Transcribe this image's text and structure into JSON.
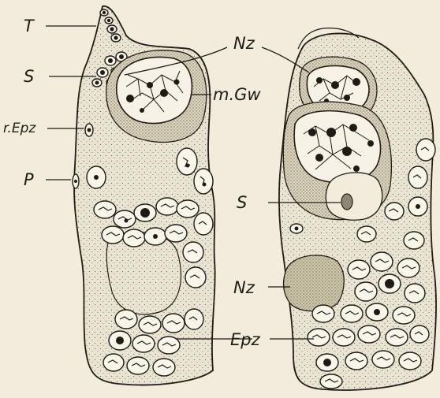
{
  "figure": {
    "labels": {
      "T": "T",
      "S_left": "S",
      "Nz_top": "Nz",
      "mGw": "m.Gw",
      "rEpz": "r.Epz",
      "P": "P",
      "S_right": "S",
      "Nz_right": "Nz",
      "Epz": "Epz"
    }
  }
}
